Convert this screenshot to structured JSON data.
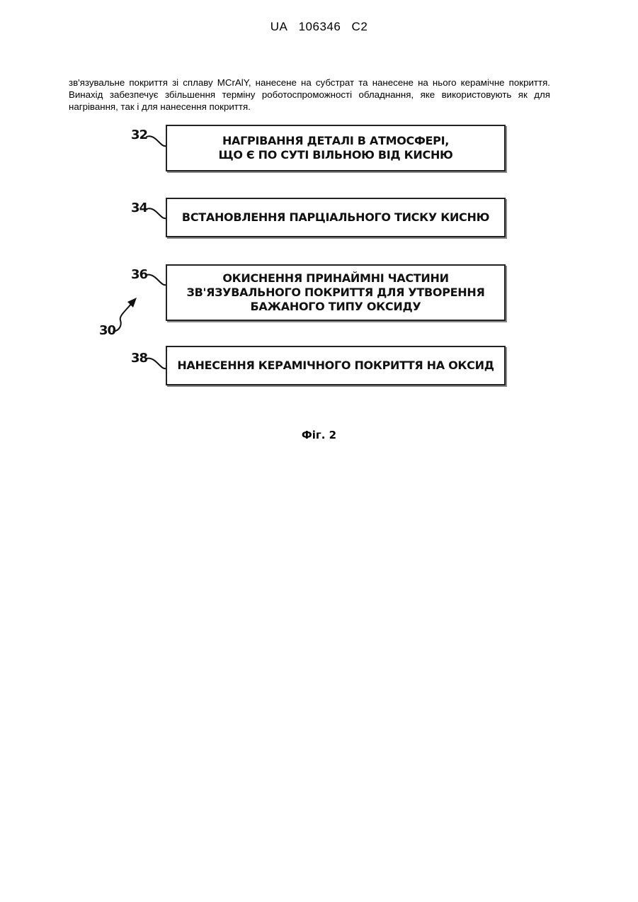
{
  "header": {
    "country": "UA",
    "number": "106346",
    "kind": "C2"
  },
  "paragraph": "зв'язувальне покриття зі сплаву MCrAlY, нанесене на субстрат та нанесене на нього керамічне покриття. Винахід забезпечує збільшення терміну роботоспроможності обладнання, яке використовують як для нагрівання, так і для нанесення покриття.",
  "figure": {
    "overall_ref": "30",
    "steps": [
      {
        "ref": "32",
        "lines": [
          "НАГРІВАННЯ ДЕТАЛІ В АТМОСФЕРІ,",
          "ЩО Є ПО СУТІ ВІЛЬНОЮ ВІД КИСНЮ"
        ]
      },
      {
        "ref": "34",
        "lines": [
          "ВСТАНОВЛЕННЯ ПАРЦІАЛЬНОГО ТИСКУ КИСНЮ"
        ]
      },
      {
        "ref": "36",
        "lines": [
          "ОКИСНЕННЯ ПРИНАЙМНІ ЧАСТИНИ",
          "ЗВ'ЯЗУВАЛЬНОГО ПОКРИТТЯ ДЛЯ УТВОРЕННЯ",
          "БАЖАНОГО ТИПУ ОКСИДУ"
        ]
      },
      {
        "ref": "38",
        "lines": [
          "НАНЕСЕННЯ КЕРАМІЧНОГО ПОКРИТТЯ НА ОКСИД"
        ]
      }
    ],
    "caption": "Фіг. 2"
  }
}
